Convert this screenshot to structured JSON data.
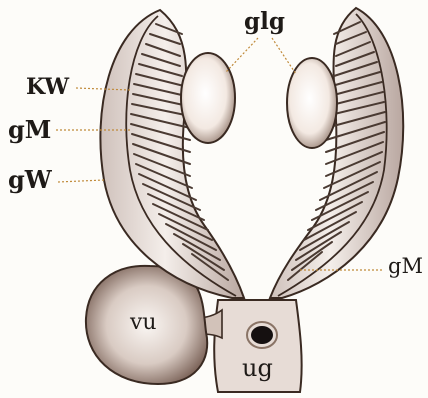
{
  "labels": {
    "glg": "glg",
    "kw": "KW",
    "gm_left": "gM",
    "gw": "gW",
    "gm_right": "gM",
    "vu": "vu",
    "ug": "ug"
  },
  "colors": {
    "outline": "#3a2a22",
    "fold_fill": "#e9dfdc",
    "comb": "#4a3a32",
    "gonad": "#fbf5ef",
    "vesicle": "#d8ccc4",
    "leader": "#c08a3a"
  }
}
